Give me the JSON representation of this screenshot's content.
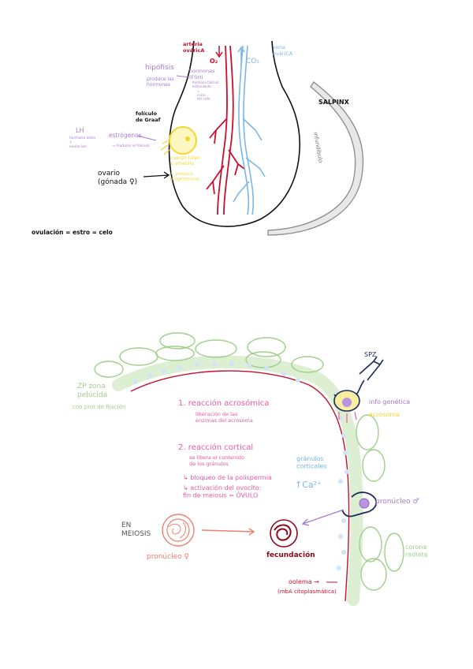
{
  "colors": {
    "red": "#c8102e",
    "blue": "#7ab6e6",
    "purple": "#a77bd1",
    "yellow": "#f3d72c",
    "green": "#9fd08a",
    "pink": "#e85aa0",
    "salmon": "#f08070",
    "navy": "#1c2a5a",
    "grey": "#9a9a9a",
    "black": "#111111",
    "lightgreen": "#dcefd2",
    "lightblue": "#cfe4f7"
  },
  "ovary_diagram": {
    "arteria": "arteria\nováricA",
    "vena": "vena\nováriCA",
    "o2": "O₂",
    "co2": "CO₂",
    "hipofisis": "hipófisis",
    "produce": "produce las\nhormonas",
    "hormonas": "hormonas\n(FSH)",
    "hormonas_sub": "hormona foliculo\nestimulante",
    "inicio": "↓\ninicio\ndel ciclo",
    "foliculo": "folículo\nde Graaf",
    "lh": "LH",
    "lh_sub": "hormona lútea\n↓\novulación",
    "estrogenos": "estrógenos",
    "estrogenos_sub": "→ madurar el folículo",
    "cuerpo_luteo": "cuerpo lúteo\no amarillo",
    "progesterona": "↳ produce\nprogesterona",
    "ovario": "ovario\n(gónada ♀)",
    "salpinx": "SALPINX",
    "infundibulo": "infundíbulo",
    "ovulacion": "ovulación = estro = celo"
  },
  "fertilization_diagram": {
    "spz": "SPZ",
    "zp": "ZP zona\npelúcida",
    "zp_sub": "con prot de fijación",
    "reaccion1": "1. reacción acrosómica",
    "reaccion1_sub": "liberación de las\nenzimas del acrosoma",
    "reaccion2": "2. reacción cortical",
    "reaccion2_sub": "se libera el contenido\nde los gránulos",
    "bloqueo": "↳ bloqueo de la polispermia",
    "activacion": "↳ activación del ovocito:\nfin de meiosis = ÓVULO",
    "granulos": "gránulos\ncorticales",
    "calcio": "↑Ca²⁺",
    "info": "info genética",
    "acrosoma": "acrosoma",
    "pronucleo_m": "pronúcleo ♂",
    "en_meiosis": "EN\nMEIOSIS",
    "pronucleo_f": "pronúcleo ♀",
    "fecundacion": "fecundación",
    "corona": "corona\nradiata",
    "oolema": "oolema →",
    "oolema_sub": "(mbA citoplasmática)"
  }
}
